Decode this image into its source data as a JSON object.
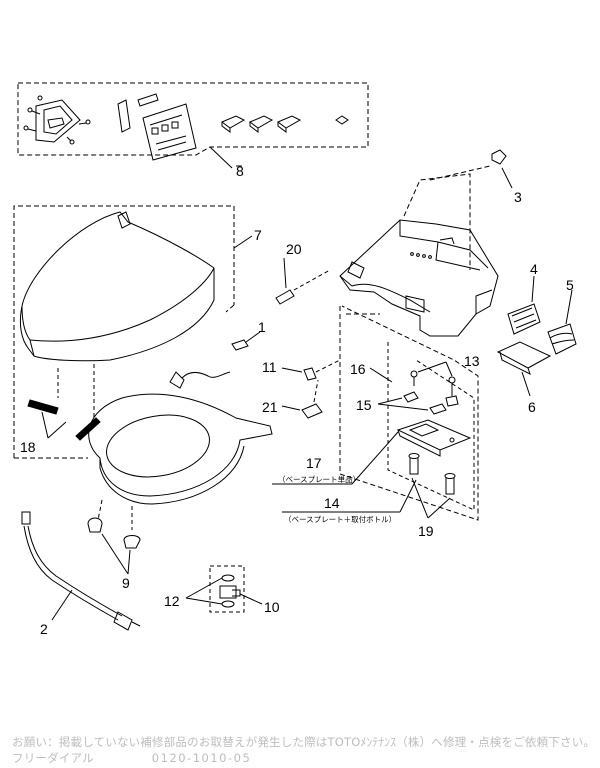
{
  "callouts": {
    "c1": "1",
    "c2": "2",
    "c3": "3",
    "c4": "4",
    "c5": "5",
    "c6": "6",
    "c7": "7",
    "c8": "8",
    "c9": "9",
    "c10": "10",
    "c11": "11",
    "c12": "12",
    "c13": "13",
    "c14": "14",
    "c15": "15",
    "c16": "16",
    "c17": "17",
    "c18": "18",
    "c19": "19",
    "c20": "20",
    "c21": "21"
  },
  "sublabels": {
    "s17": "（ベースプレート単品）",
    "s14": "（ベースプレート＋取付ボトル）"
  },
  "footer": {
    "note": "お願い：掲載していない補修部品のお取替えが発生した際はTOTOﾒﾝﾃﾅﾝｽ（株）へ修理・点検をご依頼下さい。",
    "dial_label": "フリーダイアル",
    "dial_number": "0120-1010-05"
  }
}
